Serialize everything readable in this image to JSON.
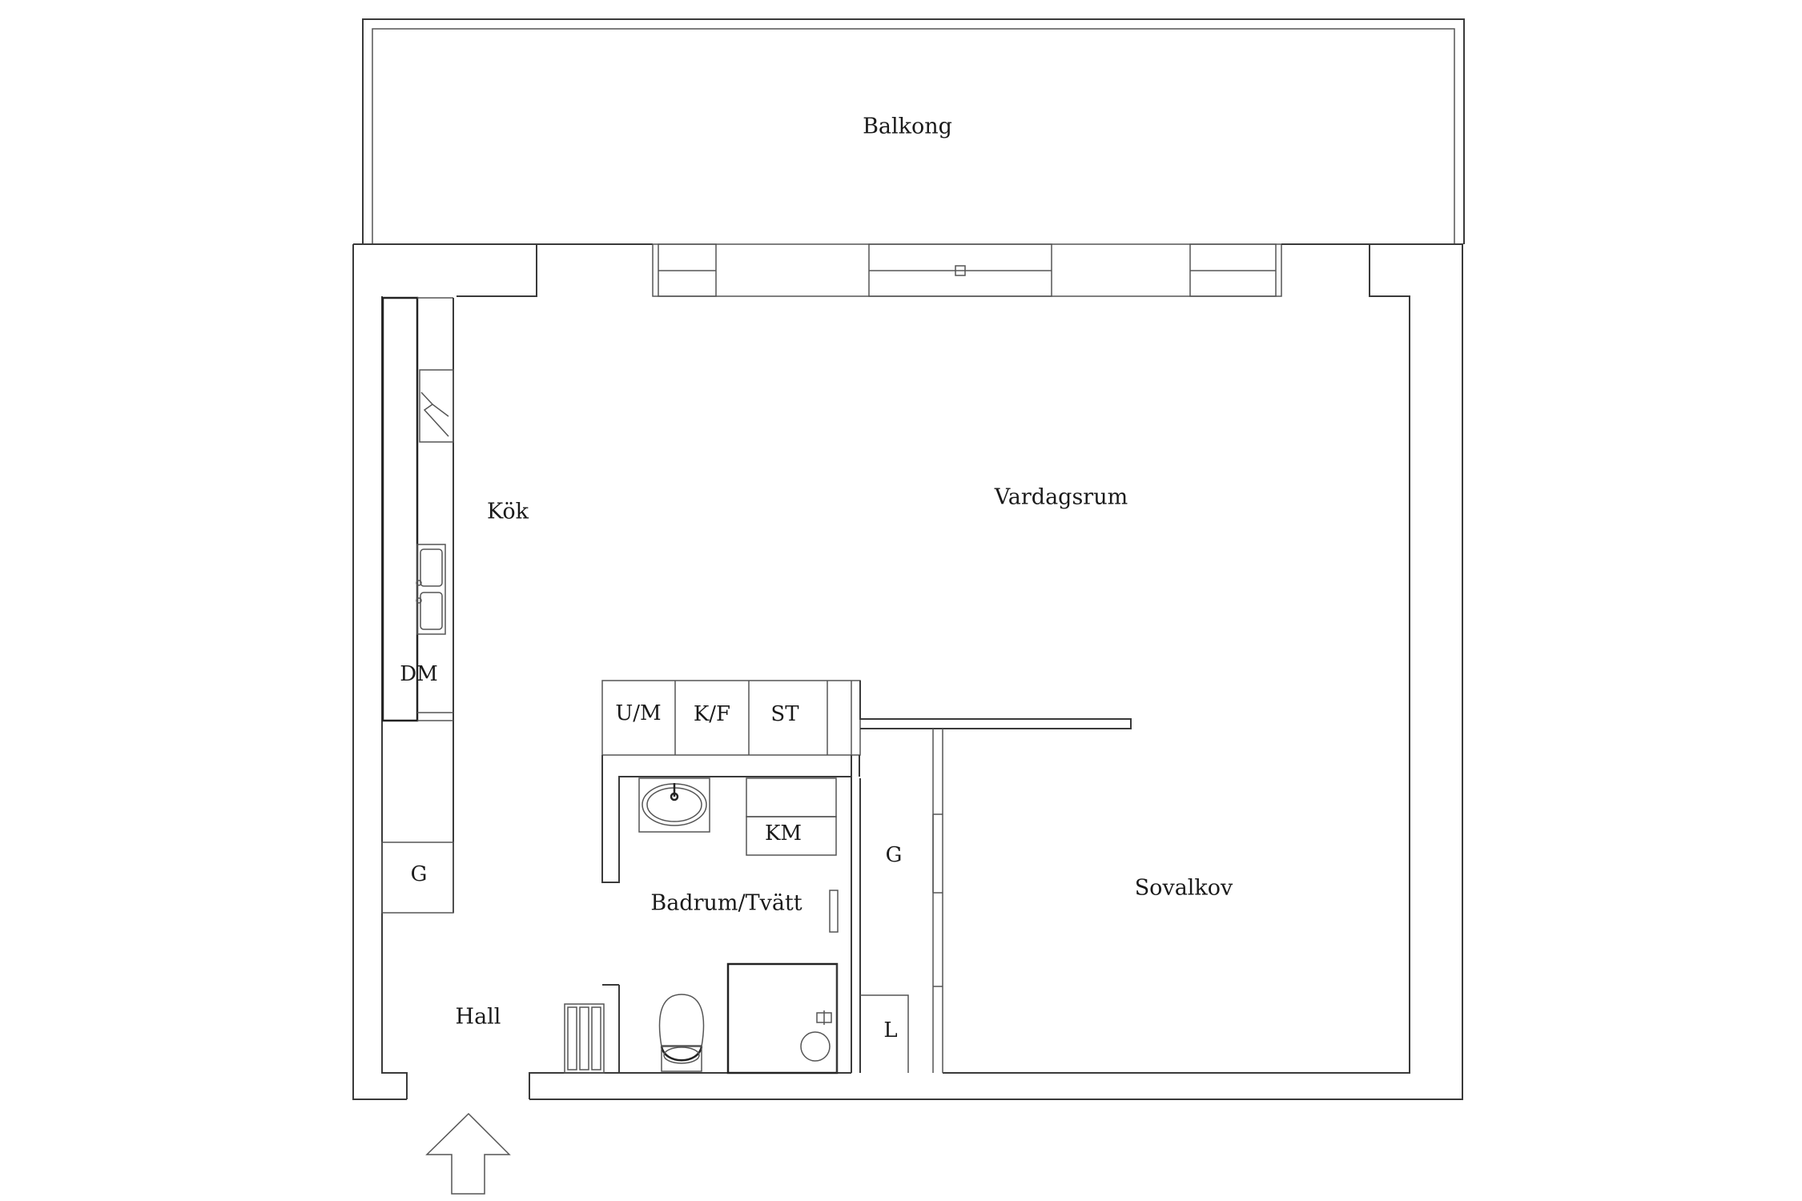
{
  "rooms": {
    "balkong": "Balkong",
    "vardagsrum": "Vardagsrum",
    "kok": "Kök",
    "sovalkov": "Sovalkov",
    "badrum": "Badrum/Tvätt",
    "hall": "Hall"
  },
  "fixtures": {
    "dm": "DM",
    "um": "U/M",
    "kf": "K/F",
    "st": "ST",
    "km": "KM",
    "g_hall": "G",
    "g_alkov": "G",
    "l": "L"
  },
  "icons": {
    "entrance": "entrance-arrow-icon",
    "sink": "sink-icon",
    "toilet": "toilet-icon",
    "shower": "shower-icon",
    "stove": "stove-icon",
    "radiator": "radiator-icon"
  },
  "colors": {
    "line": "#3a3a3a",
    "background": "#ffffff"
  }
}
